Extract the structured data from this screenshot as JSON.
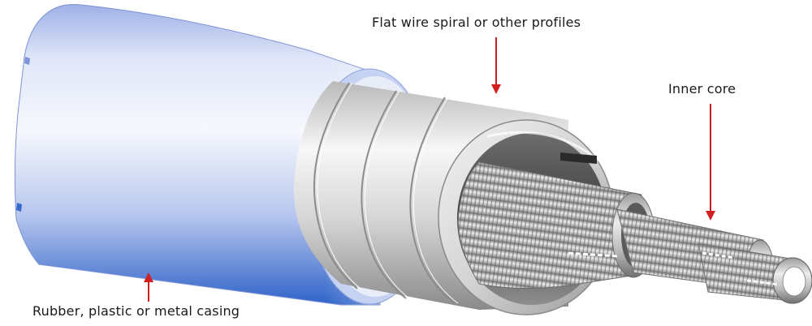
{
  "labels": {
    "flat_wire": "Flat wire spiral or other profiles",
    "inner_core": "Inner core",
    "casing": "Rubber, plastic or metal casing"
  },
  "colors": {
    "arrow": "#d11f1f",
    "casing_light": "#eef2fb",
    "casing_mid": "#9fb2e6",
    "casing_dark": "#2f63c9",
    "steel_light": "#f4f4f4",
    "steel_mid": "#c9c9c9",
    "steel_dark": "#7a7a7a"
  },
  "icons": {
    "arrow": "down-arrow-icon / up-arrow-icon"
  }
}
